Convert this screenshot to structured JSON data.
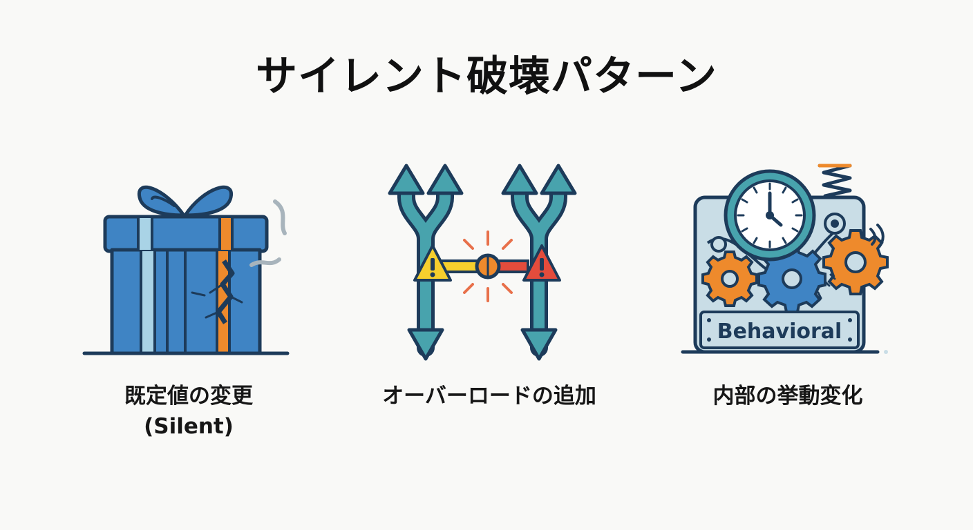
{
  "title": "サイレント破壊パターン",
  "colors": {
    "navy": "#1d3b5a",
    "blue": "#3f84c4",
    "light_blue": "#a9d3e6",
    "teal": "#48a3ad",
    "orange": "#ee8a2c",
    "yellow": "#f6cf2d",
    "red": "#e44c3c",
    "panel_blue": "#c9dde6"
  },
  "panels": [
    {
      "icon": "gift-box-icon",
      "caption_line1": "既定値の変更",
      "caption_line2": "(Silent)"
    },
    {
      "icon": "branching-arrows-warning-icon",
      "caption_line1": "オーバーロードの追加"
    },
    {
      "icon": "clock-gears-machine-icon",
      "badge": "Behavioral",
      "caption_line1": "内部の挙動変化"
    }
  ]
}
